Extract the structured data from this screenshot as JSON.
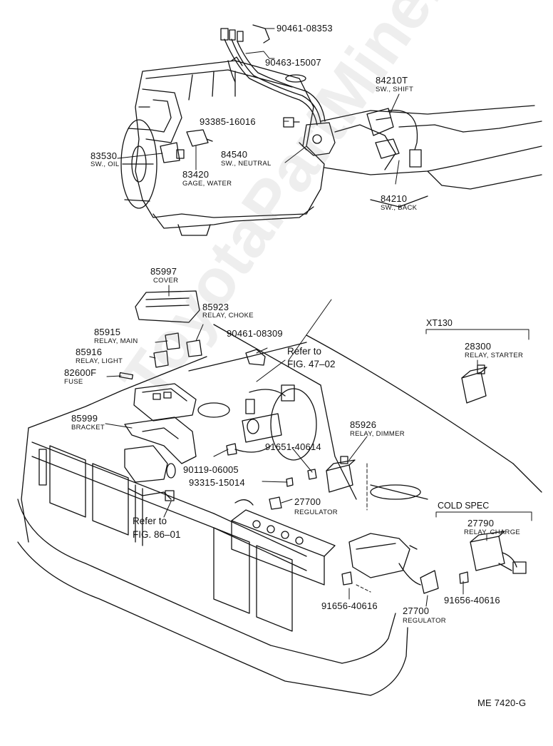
{
  "figure_code": "ME 7420-G",
  "watermark": "ToyotaPartMine.ru",
  "parts": {
    "p90461_08353": "90461-08353",
    "p90463_15007": "90463-15007",
    "p84210T": "84210T",
    "p84210T_desc": "SW., SHIFT",
    "p93385_16016": "93385-16016",
    "p83530": "83530",
    "p83530_desc": "SW., OIL",
    "p84540": "84540",
    "p84540_desc": "SW., NEUTRAL",
    "p83420": "83420",
    "p83420_desc": "GAGE, WATER",
    "p84210": "84210",
    "p84210_desc": "SW., BACK",
    "p85997": "85997",
    "p85997_desc": "COVER",
    "p85923": "85923",
    "p85923_desc": "RELAY, CHOKE",
    "p85915": "85915",
    "p85915_desc": "RELAY, MAIN",
    "p90461_08309": "90461-08309",
    "p85916": "85916",
    "p85916_desc": "RELAY, LIGHT",
    "p82600F": "82600F",
    "p82600F_desc": "FUSE",
    "p85999": "85999",
    "p85999_desc": "BRACKET",
    "p85926": "85926",
    "p85926_desc": "RELAY, DIMMER",
    "p91651_40614": "91651-40614",
    "p90119_06005": "90119-06005",
    "p93315_15014": "93315-15014",
    "p27700a": "27700",
    "p27700a_desc": "REGULATOR",
    "p28300": "28300",
    "p28300_desc": "RELAY, STARTER",
    "p27790": "27790",
    "p27790_desc": "RELAY, CHARGE",
    "p91656_a": "91656-40616",
    "p91656_b": "91656-40616",
    "p27700b": "27700",
    "p27700b_desc": "REGULATOR"
  },
  "refs": {
    "ref1_line1": "Refer to",
    "ref1_line2": "FIG. 47–02",
    "ref2_line1": "Refer to",
    "ref2_line2": "FIG. 86–01"
  },
  "groups": {
    "xt130": "XT130",
    "cold_spec": "COLD SPEC"
  }
}
